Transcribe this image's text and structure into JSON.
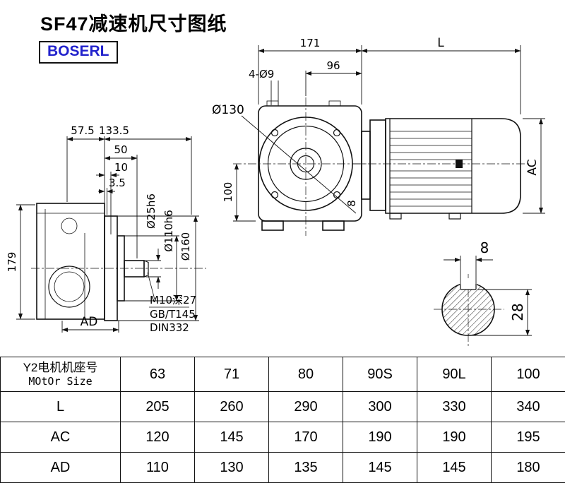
{
  "page": {
    "title": "SF47减速机尺寸图纸",
    "brand": "BOSERL"
  },
  "dims": {
    "top_width": "171",
    "motor_len": "L",
    "bolt_holes": "4-Ø9",
    "flange_offset": "96",
    "flange_dia": "Ø130",
    "d57_5": "57.5",
    "d133_5": "133.5",
    "d50": "50",
    "d10": "10",
    "d3_5": "3.5",
    "height": "179",
    "ad": "AD",
    "v100": "100",
    "ac": "AC",
    "shaft_dia": "Ø25h6",
    "spigot_dia": "Ø110h6",
    "flange_od": "Ø160",
    "tap": "M10深27",
    "std1": "GB/T145",
    "std2": "DIN332",
    "flange_key": "8",
    "key_width": "8",
    "key_depth": "28"
  },
  "table": {
    "size_label_cn": "Y2电机机座号",
    "size_label_en": "MOtOr Size",
    "sizes": [
      "63",
      "71",
      "80",
      "90S",
      "90L",
      "100"
    ],
    "rows": [
      {
        "label": "L",
        "values": [
          "205",
          "260",
          "290",
          "300",
          "330",
          "340"
        ]
      },
      {
        "label": "AC",
        "values": [
          "120",
          "145",
          "170",
          "190",
          "190",
          "195"
        ]
      },
      {
        "label": "AD",
        "values": [
          "110",
          "130",
          "135",
          "145",
          "145",
          "180"
        ]
      }
    ]
  }
}
